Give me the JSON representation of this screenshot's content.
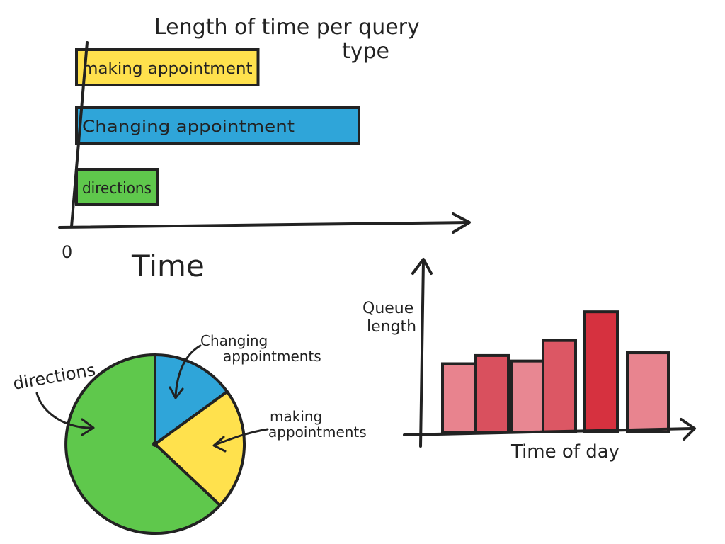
{
  "chart_data": [
    {
      "type": "bar",
      "orientation": "horizontal",
      "title": "Length of time per query type",
      "xlabel": "Time",
      "x_tick_labels": [
        "0"
      ],
      "categories": [
        "making appointment",
        "Changing appointment",
        "directions"
      ],
      "values": [
        4.5,
        7.0,
        2.0
      ],
      "colors": [
        "#ffe14d",
        "#2fa5d9",
        "#5fc84c"
      ],
      "grid": false
    },
    {
      "type": "pie",
      "labels": [
        "directions",
        "Changing appointments",
        "making appointments"
      ],
      "values": [
        63,
        15,
        22
      ],
      "colors": [
        "#5fc84c",
        "#2fa5d9",
        "#ffe14d"
      ]
    },
    {
      "type": "bar",
      "xlabel": "Time of day",
      "ylabel": "Queue length",
      "values": [
        5.0,
        5.6,
        5.2,
        6.7,
        8.8,
        5.8
      ],
      "colors": [
        "#e8838e",
        "#d9505e",
        "#e88792",
        "#dc5764",
        "#d6313f",
        "#e8848f"
      ],
      "grid": false
    }
  ]
}
